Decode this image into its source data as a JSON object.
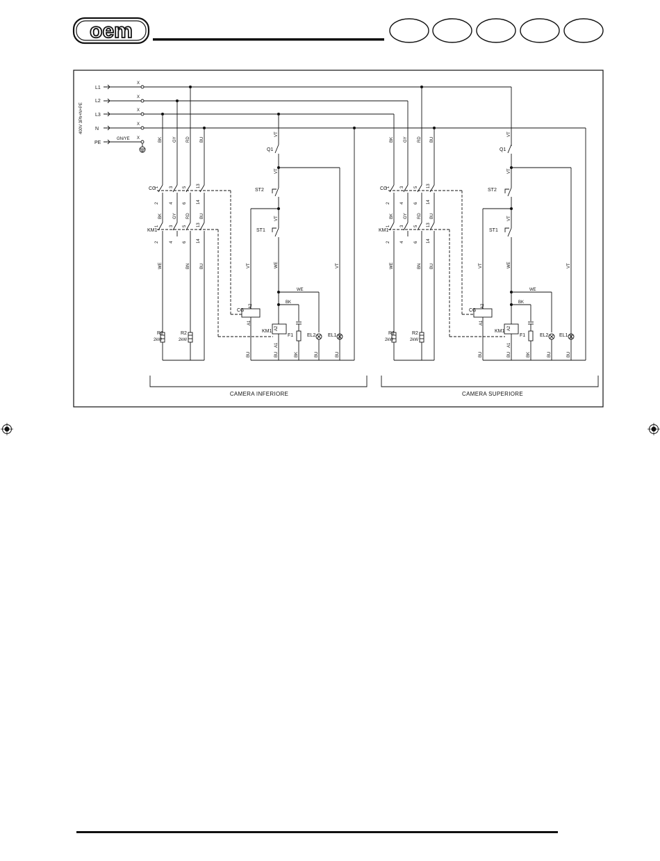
{
  "header": {
    "logo_text": "oem",
    "language_tabs": [
      "",
      "",
      "",
      "",
      ""
    ]
  },
  "diagram": {
    "supply_label": "400V 3Ph+N+PE",
    "lines": [
      "L1",
      "L2",
      "L3",
      "N",
      "PE"
    ],
    "pe_wire": "GN/YE",
    "terminal_mark": "X",
    "sections": [
      {
        "title": "CAMERA INFERIORE",
        "top_wire_colors": [
          "BK",
          "GY",
          "RD",
          "BU"
        ],
        "mid_wire_colors": [
          "BK",
          "GY",
          "RD",
          "BU"
        ],
        "low_wire_colors": [
          "WE",
          "BN",
          "BU"
        ],
        "contact_numbers_top": [
          "1",
          "3",
          "5",
          "13"
        ],
        "contact_numbers_bottom": [
          "2",
          "4",
          "6",
          "14"
        ],
        "components": {
          "cg": "CG",
          "km1": "KM1",
          "q1": "Q1",
          "st2": "ST2",
          "st1": "ST1",
          "r1": "R1",
          "r2": "R2",
          "f1": "F1",
          "el1": "EL1",
          "el2": "EL2",
          "power_r1": "2kW",
          "power_r2": "2kW",
          "coil_a1": "A1",
          "coil_a2": "A2"
        },
        "ctrl_wires": {
          "vt": "VT",
          "we": "WE",
          "bk": "BK",
          "bu": "BU"
        }
      },
      {
        "title": "CAMERA SUPERIORE",
        "top_wire_colors": [
          "BK",
          "GY",
          "RD",
          "BU"
        ],
        "mid_wire_colors": [
          "BK",
          "GY",
          "RD",
          "BU"
        ],
        "low_wire_colors": [
          "WE",
          "BN",
          "BU"
        ],
        "contact_numbers_top": [
          "1",
          "3",
          "5",
          "13"
        ],
        "contact_numbers_bottom": [
          "2",
          "4",
          "6",
          "14"
        ],
        "components": {
          "cg": "CG",
          "km1": "KM1",
          "q1": "Q1",
          "st2": "ST2",
          "st1": "ST1",
          "r1": "R1",
          "r2": "R2",
          "f1": "F1",
          "el1": "EL1",
          "el2": "EL2",
          "power_r1": "2kW",
          "power_r2": "2kW",
          "coil_a1": "A1",
          "coil_a2": "A2"
        },
        "ctrl_wires": {
          "vt": "VT",
          "we": "WE",
          "bk": "BK",
          "bu": "BU"
        }
      }
    ]
  }
}
